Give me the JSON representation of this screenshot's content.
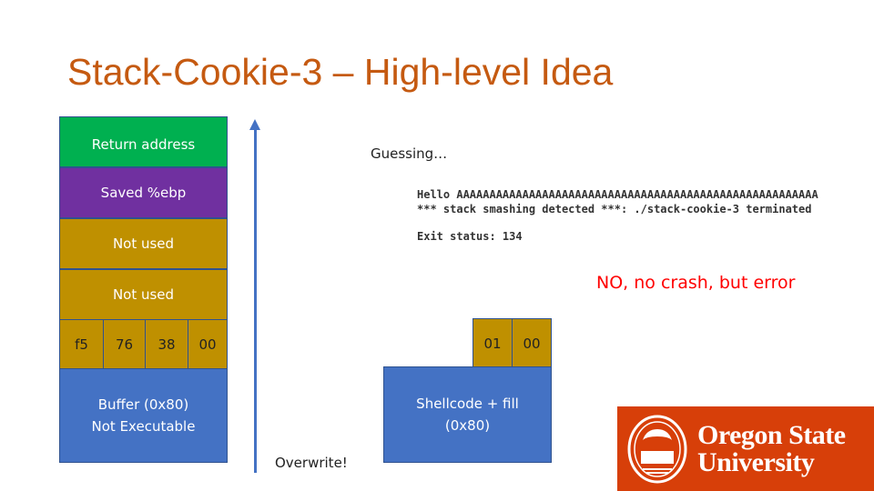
{
  "slide": {
    "title": "Stack-Cookie-3 – High-level Idea"
  },
  "stack": {
    "return_address": "Return address",
    "saved_ebp": "Saved %ebp",
    "not_used_1": "Not used",
    "not_used_2": "Not used",
    "canary_bytes": [
      "f5",
      "76",
      "38",
      "00"
    ],
    "buffer_line1": "Buffer (0x80)",
    "buffer_line2": "Not Executable"
  },
  "attack": {
    "guessing": "Guessing…",
    "terminal_line1": "Hello AAAAAAAAAAAAAAAAAAAAAAAAAAAAAAAAAAAAAAAAAAAAAAAAAAAAAAA",
    "terminal_line2": "*** stack smashing detected ***: ./stack-cookie-3 terminated",
    "terminal_line3": "Exit status: 134",
    "result": "NO, no crash, but error",
    "guess_bytes": [
      "01",
      "00"
    ],
    "shellcode_line1": "Shellcode + fill",
    "shellcode_line2": "(0x80)",
    "overwrite": "Overwrite!"
  },
  "logo": {
    "line1": "Oregon State",
    "line2": "University",
    "icon": "beaver-seal-icon"
  },
  "colors": {
    "title": "#c55a11",
    "return_address": "#00b050",
    "saved_ebp": "#7030a0",
    "not_used": "#bf9000",
    "buffer": "#4472c4",
    "error": "#ff0000",
    "logo_bg": "#d73f09"
  }
}
